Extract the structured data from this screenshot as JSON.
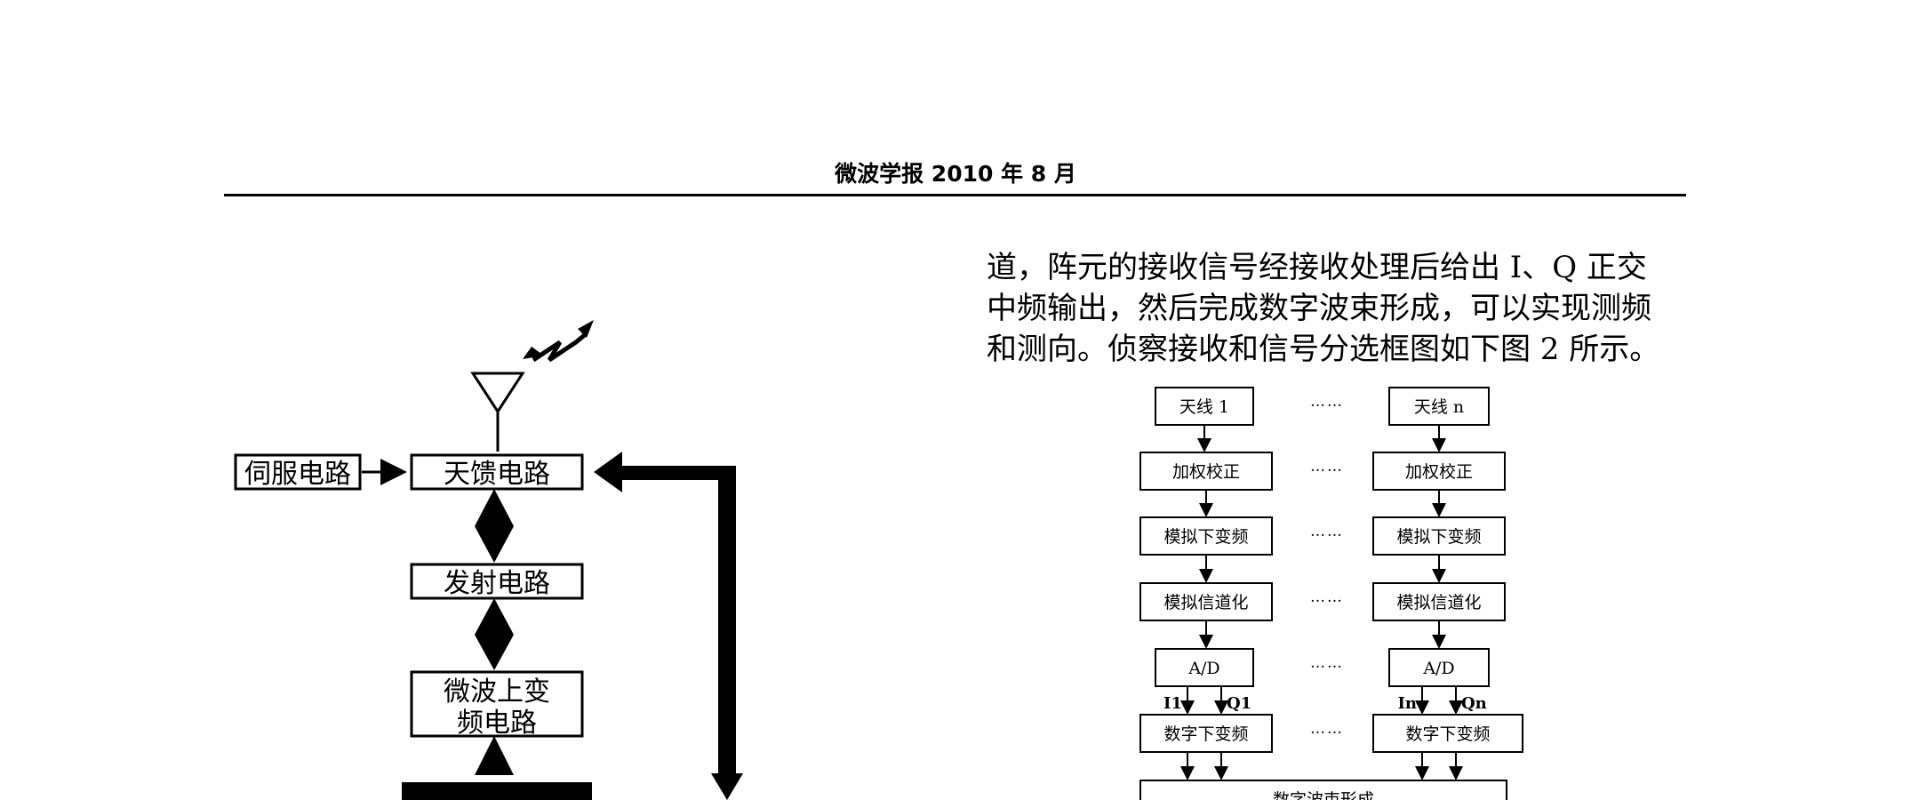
{
  "header": {
    "title": "微波学报 2010 年 8 月"
  },
  "paragraph": "道，阵元的接收信号经接收处理后给出 I、Q 正交\n中频输出，然后完成数字波束形成，可以实现测频\n和测向。侦察接收和信号分选框图如下图 2 所示。",
  "figure1": {
    "servo": "伺服电路",
    "feeder": "天馈电路",
    "transmitter": "发射电路",
    "upconverter_line1": "微波上变",
    "upconverter_line2": "频电路"
  },
  "figure2": {
    "dots": "……",
    "antenna_1": "天线 1",
    "antenna_n": "天线 n",
    "weight_cal": "加权校正",
    "analog_ddc": "模拟下变频",
    "analog_channel": "模拟信道化",
    "adc": "A/D",
    "i1": "I1",
    "q1": "Q1",
    "in": "In",
    "qn": "Qn",
    "digital_ddc": "数字下变频",
    "dbf": "数字波束形成"
  }
}
